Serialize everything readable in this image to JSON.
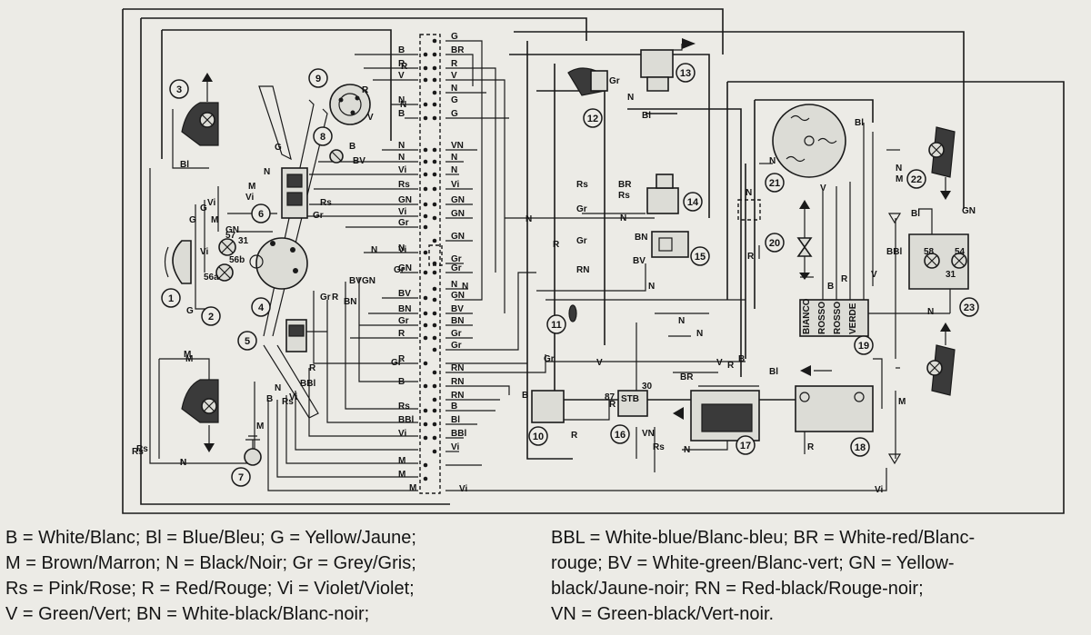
{
  "legend": {
    "rows": [
      {
        "left": "B = White/Blanc; Bl = Blue/Bleu; G = Yellow/Jaune;",
        "right": "BBL = White-blue/Blanc-bleu; BR = White-red/Blanc-"
      },
      {
        "left": "M = Brown/Marron; N = Black/Noir; Gr = Grey/Gris;",
        "right": "rouge; BV = White-green/Blanc-vert; GN = Yellow-"
      },
      {
        "left": "Rs = Pink/Rose; R = Red/Rouge; Vi = Violet/Violet;",
        "right": "black/Jaune-noir; RN = Red-black/Rouge-noir;"
      },
      {
        "left": "V = Green/Vert; BN = White-black/Blanc-noir;",
        "right": "VN = Green-black/Vert-noir."
      }
    ]
  },
  "components": [
    {
      "number": "1",
      "icon": "headlight-icon"
    },
    {
      "number": "2",
      "icon": "headlight-bulb-icon"
    },
    {
      "number": "3",
      "icon": "turn-signal-icon"
    },
    {
      "number": "4",
      "icon": "switch-icon"
    },
    {
      "number": "5",
      "icon": "switch-icon"
    },
    {
      "number": "6",
      "icon": "switch-icon"
    },
    {
      "number": "7",
      "icon": "switch-icon"
    },
    {
      "number": "8",
      "icon": "indicator-lamp-icon"
    },
    {
      "number": "9",
      "icon": "ignition-switch-icon"
    },
    {
      "number": "10",
      "icon": "relay-icon"
    },
    {
      "number": "11",
      "icon": "fuse-icon"
    },
    {
      "number": "12",
      "icon": "horn-icon"
    },
    {
      "number": "13",
      "icon": "horn-icon"
    },
    {
      "number": "14",
      "icon": "relay-icon"
    },
    {
      "number": "15",
      "icon": "flasher-icon"
    },
    {
      "number": "16",
      "icon": "relay-icon"
    },
    {
      "number": "17",
      "icon": "regulator-icon"
    },
    {
      "number": "18",
      "icon": "battery-icon"
    },
    {
      "number": "19",
      "icon": "connector-block-icon"
    },
    {
      "number": "20",
      "icon": "diode-icon"
    },
    {
      "number": "21",
      "icon": "alternator-icon"
    },
    {
      "number": "22",
      "icon": "turn-signal-icon"
    },
    {
      "number": "23",
      "icon": "tail-light-icon"
    }
  ],
  "connector_left_labels": [
    "B",
    "R",
    "V",
    "N",
    "B",
    "N",
    "N",
    "Vi",
    "Rs",
    "GN",
    "Vi",
    "Gr",
    "N",
    "GN",
    "BV",
    "BN",
    "Gr",
    "R",
    "R",
    "B",
    "Rs",
    "BBl",
    "Vi",
    "M",
    "M"
  ],
  "connector_right_labels": [
    "G",
    "BR",
    "R",
    "V",
    "N",
    "G",
    "G",
    "VN",
    "N",
    "N",
    "Vi",
    "GN",
    "GN",
    "GN",
    "Gr",
    "Gr",
    "N",
    "GN",
    "BV",
    "BN",
    "Gr",
    "Gr",
    "RN",
    "RN",
    "RN",
    "B",
    "Bl",
    "BBl",
    "Vi"
  ],
  "wire_labels": {
    "headlight_vi": "Vi",
    "headlight_g": "G",
    "headlight_m": "M",
    "bl_left": "Bl",
    "g_left": "G",
    "g_left2": "G",
    "m_left": "M",
    "vi_left": "Vi",
    "gn_left": "GN",
    "n_sw6": "N",
    "g_sw6": "G",
    "m_sw6": "M",
    "vi_sw6": "Vi",
    "rs_sw6": "Rs",
    "gr_sw6": "Gr",
    "n_mid": "N",
    "vi_mid": "Vi",
    "gr_mid": "Gr",
    "bv_sw4": "BV",
    "gn_sw4": "GN",
    "bn_sw4": "BN",
    "r_sw4": "R",
    "gr_sw4": "Gr",
    "m_sw3": "M",
    "b_sw5": "B",
    "n_sw5": "N",
    "rs_sw5": "Rs",
    "vi_sw5": "Vi",
    "bbl_sw5": "BBl",
    "r_sw5": "R",
    "m_sw5": "M",
    "n_sw7": "N",
    "rs_sw7": "Rs",
    "b_sw8": "B",
    "bv_sw8": "BV",
    "v_sw9": "V",
    "r_sw9": "R",
    "n_sw9": "N",
    "rs_14": "Rs",
    "br_14": "BR",
    "rs14b": "Rs",
    "gr_14": "Gr",
    "n_14": "N",
    "n_mid2": "N",
    "r_11": "R",
    "rn_11": "RN",
    "gr_11": "Gr",
    "bn_15": "BN",
    "bv_15": "BV",
    "n_15": "N",
    "bl_12": "Bl",
    "n_12": "N",
    "gr_12": "Gr",
    "r_16": "R",
    "v_16": "V",
    "br_17": "BR",
    "v_17": "V",
    "r_17": "R",
    "bl_17": "Bl",
    "b_17": "B",
    "n_17": "N",
    "vn_16": "VN",
    "rs_16": "Rs",
    "n_19a": "N",
    "n_19b": "N",
    "n_21": "N",
    "bl_21": "Bl",
    "v_21": "V",
    "b_19": "B",
    "r_19": "R",
    "v_19": "V",
    "r_18": "R",
    "gr_10": "Gr",
    "b_10": "B",
    "r_10": "R",
    "n_22a": "N",
    "m_22": "M",
    "bbl_22": "BBl",
    "bl_23": "Bl",
    "gn_23": "GN",
    "n_23": "N",
    "m_22b": "M",
    "vi_bottom": "Vi",
    "m_bottom": "M",
    "vi_bottom2": "Vi",
    "r_ign": "R",
    "rs_left": "Rs",
    "n_left": "N",
    "r_right": "R",
    "n_right": "N",
    "gr_lower": "Gr",
    "n_lower": "N"
  },
  "terminal_labels": {
    "t56a": "56a",
    "t56b": "56b",
    "t57": "57",
    "t31": "31",
    "t58": "58",
    "t54": "54",
    "t31b": "31",
    "t87": "87",
    "t30": "30"
  },
  "block19_labels": [
    "BIANCO",
    "ROSSO",
    "ROSSO",
    "VERDE"
  ]
}
